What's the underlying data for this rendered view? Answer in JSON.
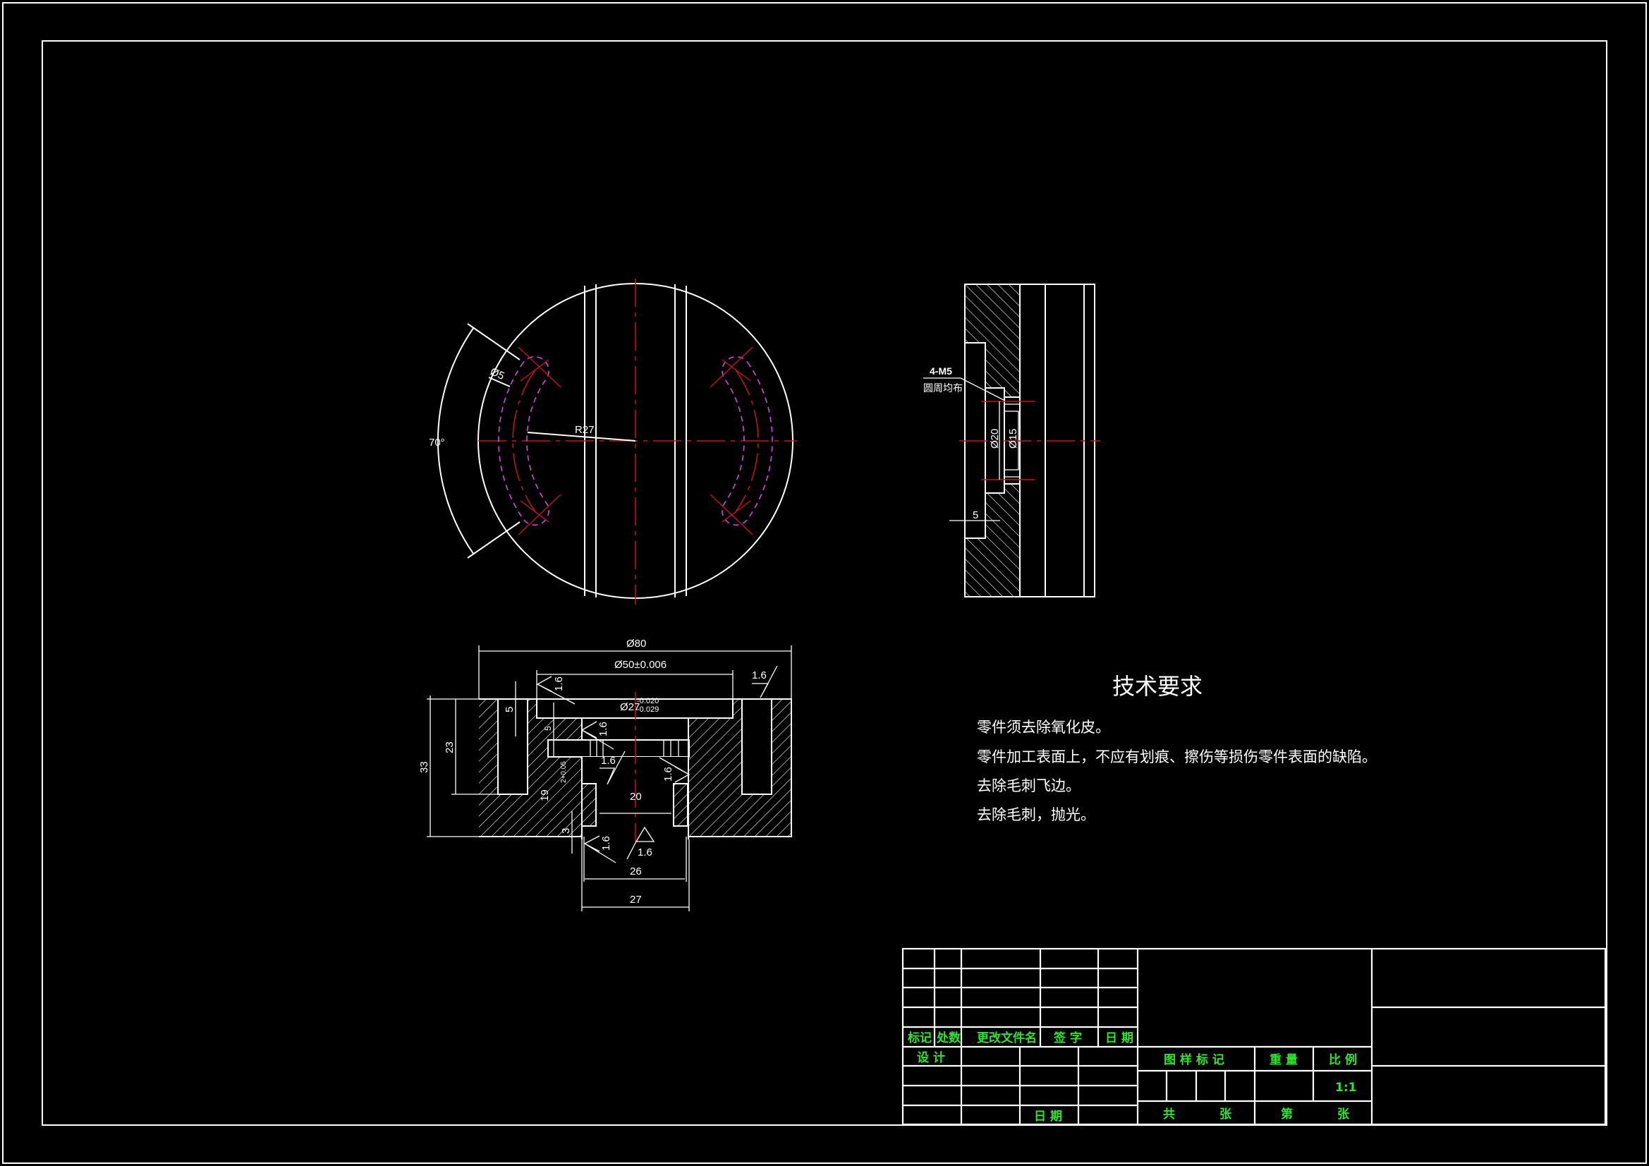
{
  "colors": {
    "background": "#000000",
    "lines": "#ffffff",
    "centerline": "#c8141e",
    "hidden": "#d04ad8",
    "title_text": "#2ee52e"
  },
  "top_view": {
    "dia_slot": "Ø5",
    "radius": "R27",
    "angle": "70°"
  },
  "side_view": {
    "thread": "4-M5",
    "thread_note": "圆周均布",
    "dia_20": "Ø20",
    "dia_15": "Ø15",
    "depth": "5"
  },
  "section_view": {
    "dia_80": "Ø80",
    "dia_50": "Ø50±0.006",
    "dia_27": "Ø27",
    "dia_27_upper": "-0.020",
    "dia_27_lower": "-0.029",
    "dim_5a": "5",
    "dim_5b": "5",
    "dim_23": "23",
    "dim_33": "33",
    "dim_19": "19",
    "dim_2": "2+0.05",
    "dim_20": "20",
    "dim_3": "3",
    "dim_26": "26",
    "dim_27": "27",
    "roughness": "1.6"
  },
  "tech_requirements": {
    "title": "技术要求",
    "items": [
      "零件须去除氧化皮。",
      "零件加工表面上，不应有划痕、擦伤等损伤零件表面的缺陷。",
      "去除毛刺飞边。",
      "去除毛刺，抛光。"
    ]
  },
  "title_block": {
    "mark": "标记",
    "count": "处数",
    "change_doc": "更改文件名",
    "signature": "签  字",
    "date": "日 期",
    "design": "设 计",
    "date2": "日  期",
    "drawing_mark": "图 样 标 记",
    "weight": "重 量",
    "scale_label": "比 例",
    "scale_value": "1:1",
    "total": "共",
    "sheets": "张",
    "sheet_no": "第",
    "sheets2": "张"
  }
}
